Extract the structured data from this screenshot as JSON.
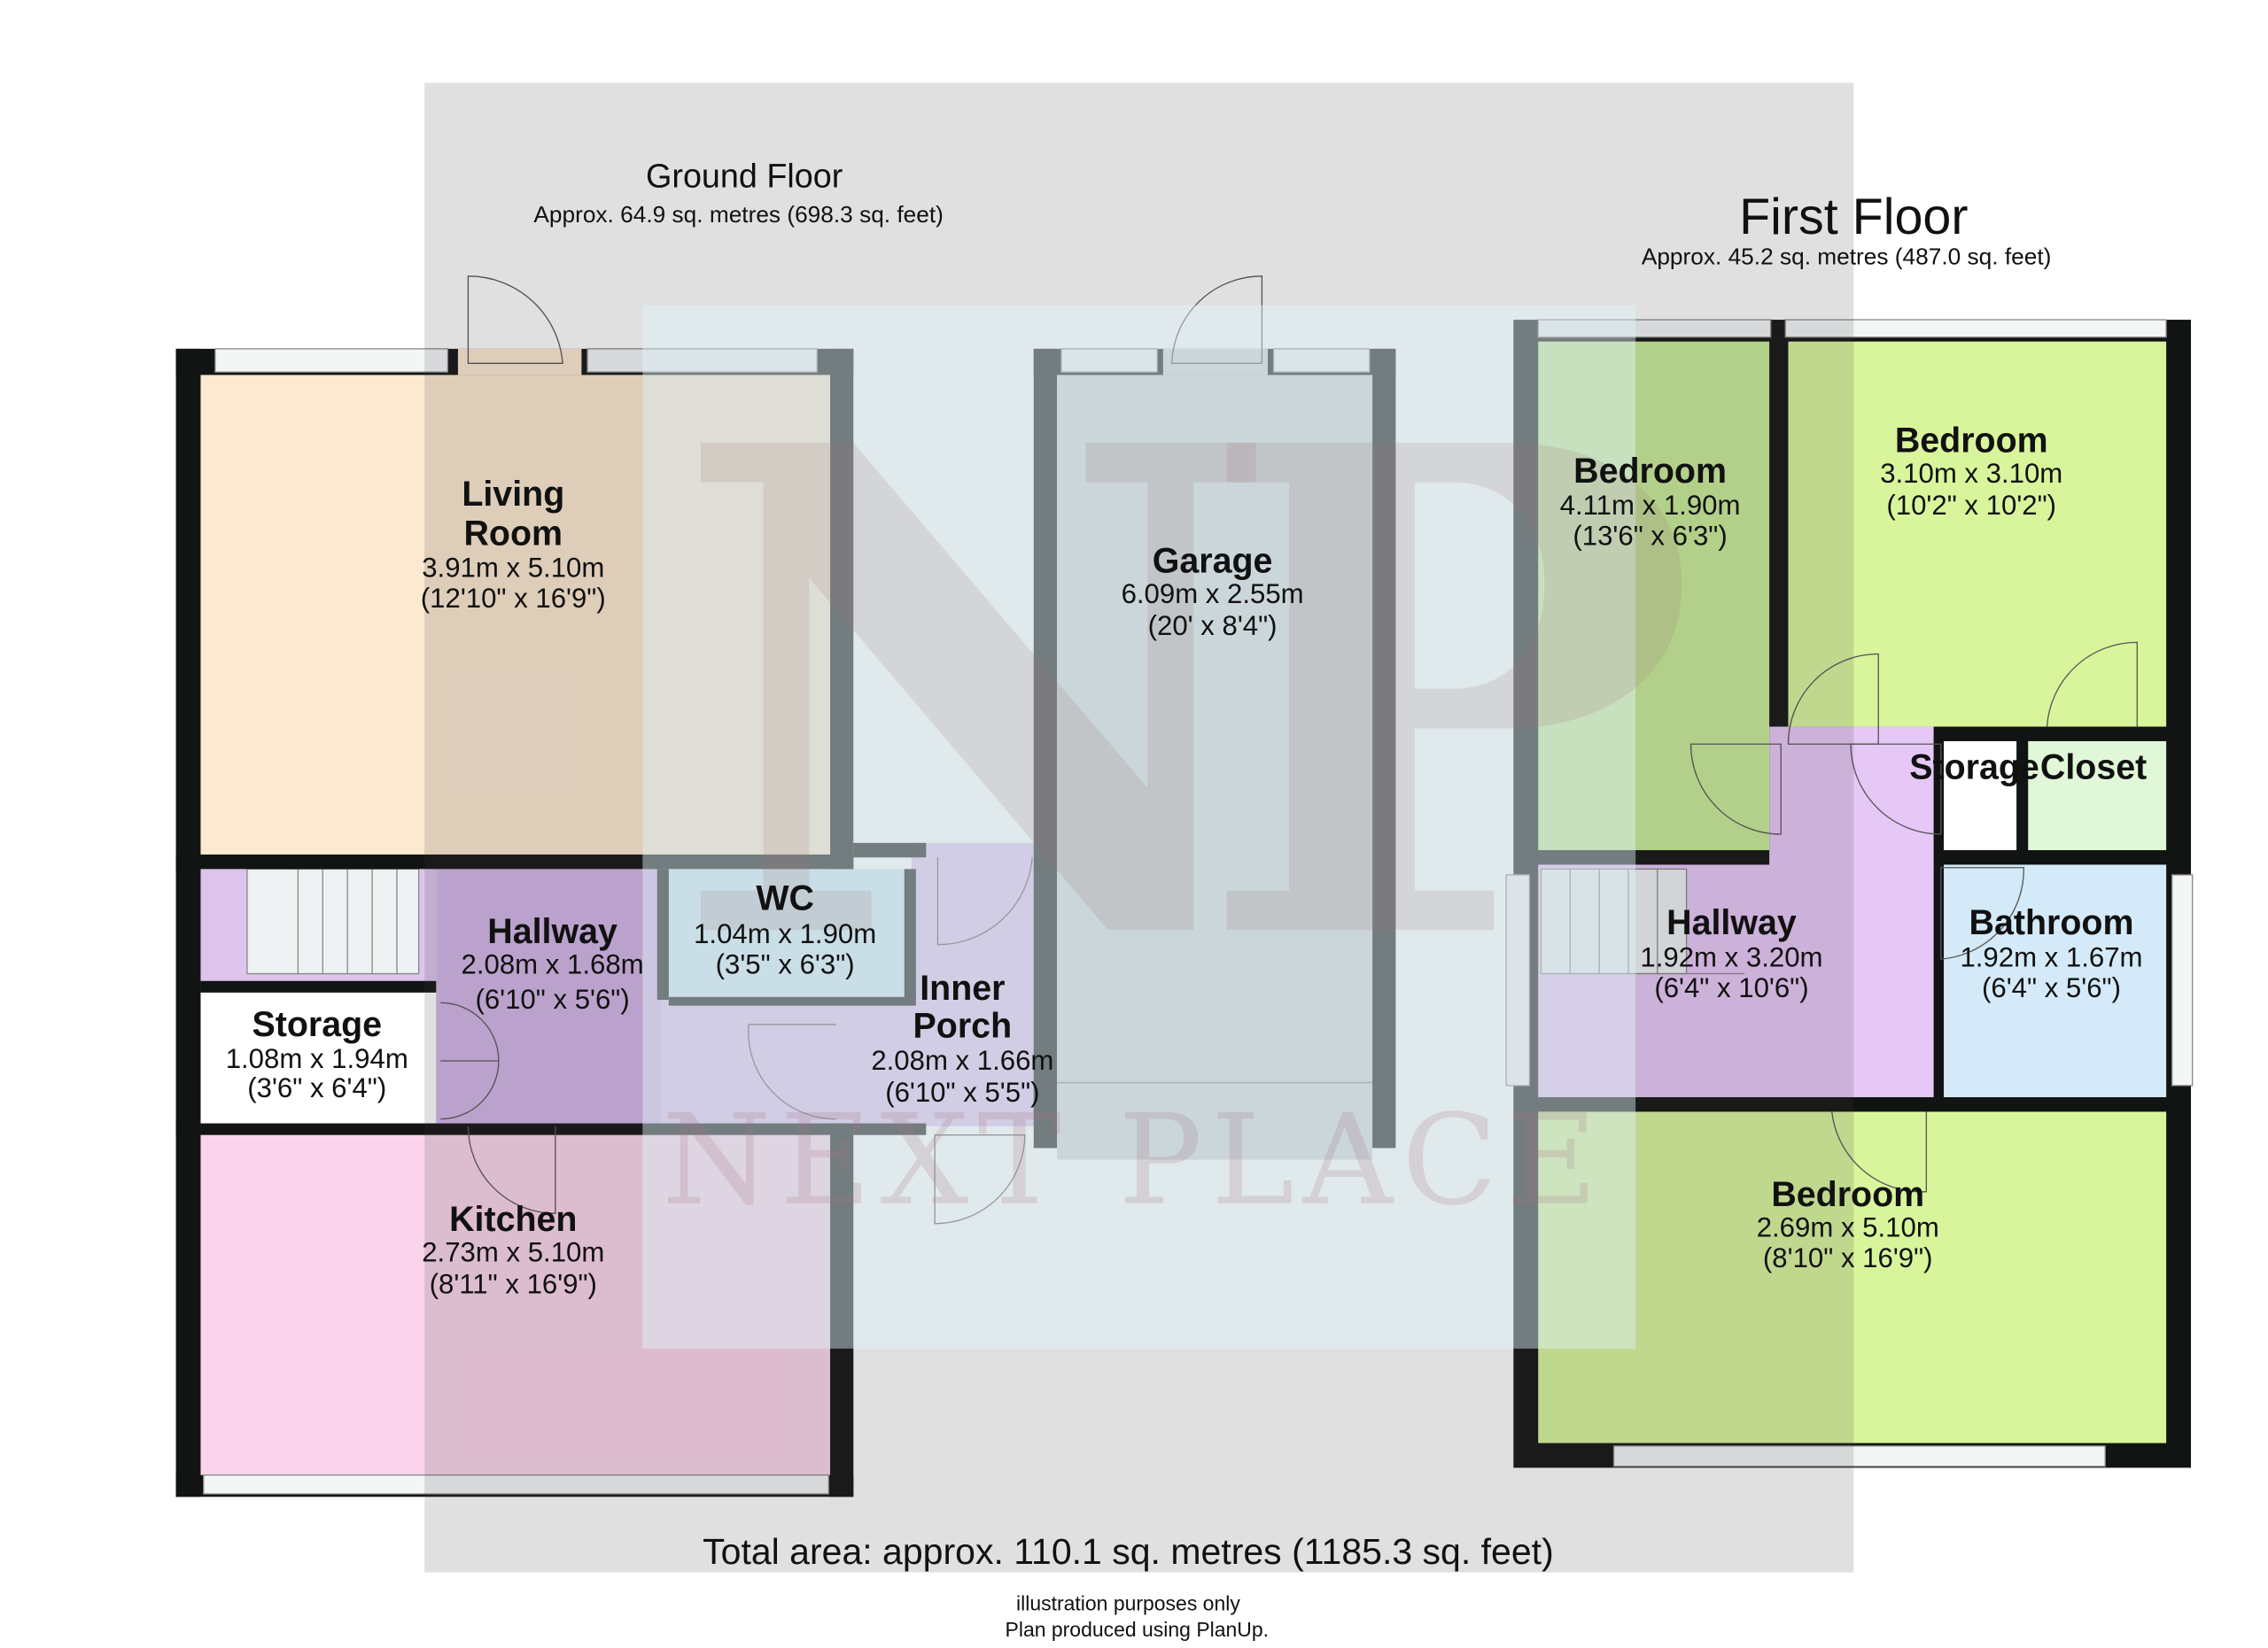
{
  "ground_floor": {
    "title": "Ground Floor",
    "area": "Approx. 64.9 sq. metres (698.3 sq. feet)",
    "rooms": [
      {
        "name_lines": [
          "Living",
          "Room"
        ],
        "metric": "3.91m x 5.10m",
        "imperial": "(12'10\" x 16'9\")"
      },
      {
        "name_lines": [
          "Garage"
        ],
        "metric": "6.09m x 2.55m",
        "imperial": "(20' x 8'4\")"
      },
      {
        "name_lines": [
          "Hallway"
        ],
        "metric": "2.08m x 1.68m",
        "imperial": "(6'10\" x 5'6\")"
      },
      {
        "name_lines": [
          "WC"
        ],
        "metric": "1.04m x 1.90m",
        "imperial": "(3'5\" x 6'3\")"
      },
      {
        "name_lines": [
          "Storage"
        ],
        "metric": "1.08m x 1.94m",
        "imperial": "(3'6\" x 6'4\")"
      },
      {
        "name_lines": [
          "Inner",
          "Porch"
        ],
        "metric": "2.08m x 1.66m",
        "imperial": "(6'10\" x 5'5\")"
      },
      {
        "name_lines": [
          "Kitchen"
        ],
        "metric": "2.73m x 5.10m",
        "imperial": "(8'11\" x 16'9\")"
      }
    ]
  },
  "first_floor": {
    "title": "First Floor",
    "area": "Approx. 45.2 sq. metres (487.0 sq. feet)",
    "rooms": [
      {
        "name_lines": [
          "Bedroom"
        ],
        "metric": "4.11m x 1.90m",
        "imperial": "(13'6\" x 6'3\")"
      },
      {
        "name_lines": [
          "Bedroom"
        ],
        "metric": "3.10m x 3.10m",
        "imperial": "(10'2\" x 10'2\")"
      },
      {
        "name_lines": [
          "Storage"
        ]
      },
      {
        "name_lines": [
          "Closet"
        ]
      },
      {
        "name_lines": [
          "Hallway"
        ],
        "metric": "1.92m x 3.20m",
        "imperial": "(6'4\" x 10'6\")"
      },
      {
        "name_lines": [
          "Bathroom"
        ],
        "metric": "1.92m x 1.67m",
        "imperial": "(6'4\" x 5'6\")"
      },
      {
        "name_lines": [
          "Bedroom"
        ],
        "metric": "2.69m x 5.10m",
        "imperial": "(8'10\" x 16'9\")"
      }
    ]
  },
  "total_area": "Total area: approx. 110.1 sq. metres (1185.3 sq. feet)",
  "footer": {
    "line1": "illustration purposes only",
    "line2": "Plan produced using PlanUp."
  },
  "watermark": {
    "monogram": "NP",
    "brand": "NEXT PLACE"
  },
  "colors": {
    "living": "#fbe9d0",
    "kitchen": "#fad4ea",
    "hall": "#dcc4ec",
    "wc": "#cce8f4",
    "garage": "#cfd6d8",
    "bedroom": "#d8f59c",
    "bathroom": "#d4eaf8",
    "closet": "#e0f8d8"
  }
}
